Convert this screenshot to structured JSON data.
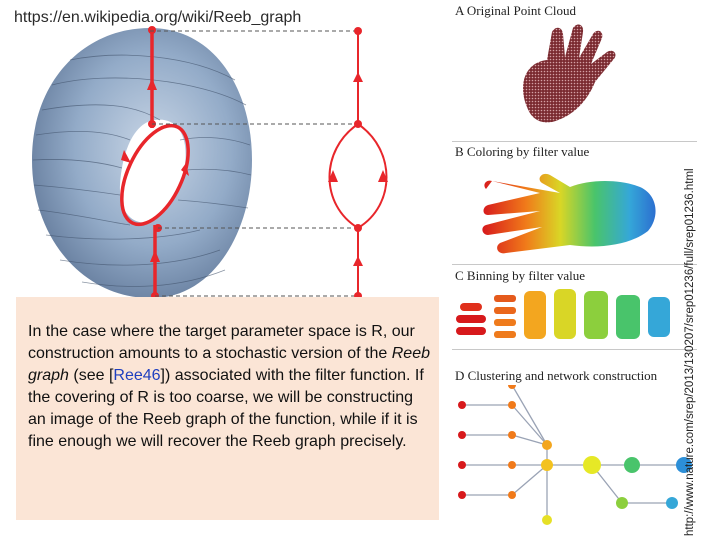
{
  "source_url": "https://en.wikipedia.org/wiki/Reeb_graph",
  "side_url": "http://www.nature.com/srep/2013/130207/srep01236/full/srep01236.html",
  "quote": {
    "p1": "In the case where the target parameter space is R, our construction amounts to a stochastic version of the ",
    "p2_italic": "Reeb graph",
    "p3": " (see [",
    "p4_link": "Ree46",
    "p5": "]) associated with the filter function. If the covering of R is too coarse, we will be constructing an image of the Reeb graph of the function, while if it is fine enough we will recover the Reeb graph precisely."
  },
  "panels": [
    {
      "label": "A Original Point Cloud"
    },
    {
      "label": "B Coloring by filter value"
    },
    {
      "label": "C Binning by filter value"
    },
    {
      "label": "D Clustering and network construction"
    }
  ],
  "colors": {
    "reeb_red": "#e8262b",
    "torus_blue": "#8fa8c8",
    "quote_bg": "#fbe5d6",
    "link_blue": "#1f3fbf"
  }
}
